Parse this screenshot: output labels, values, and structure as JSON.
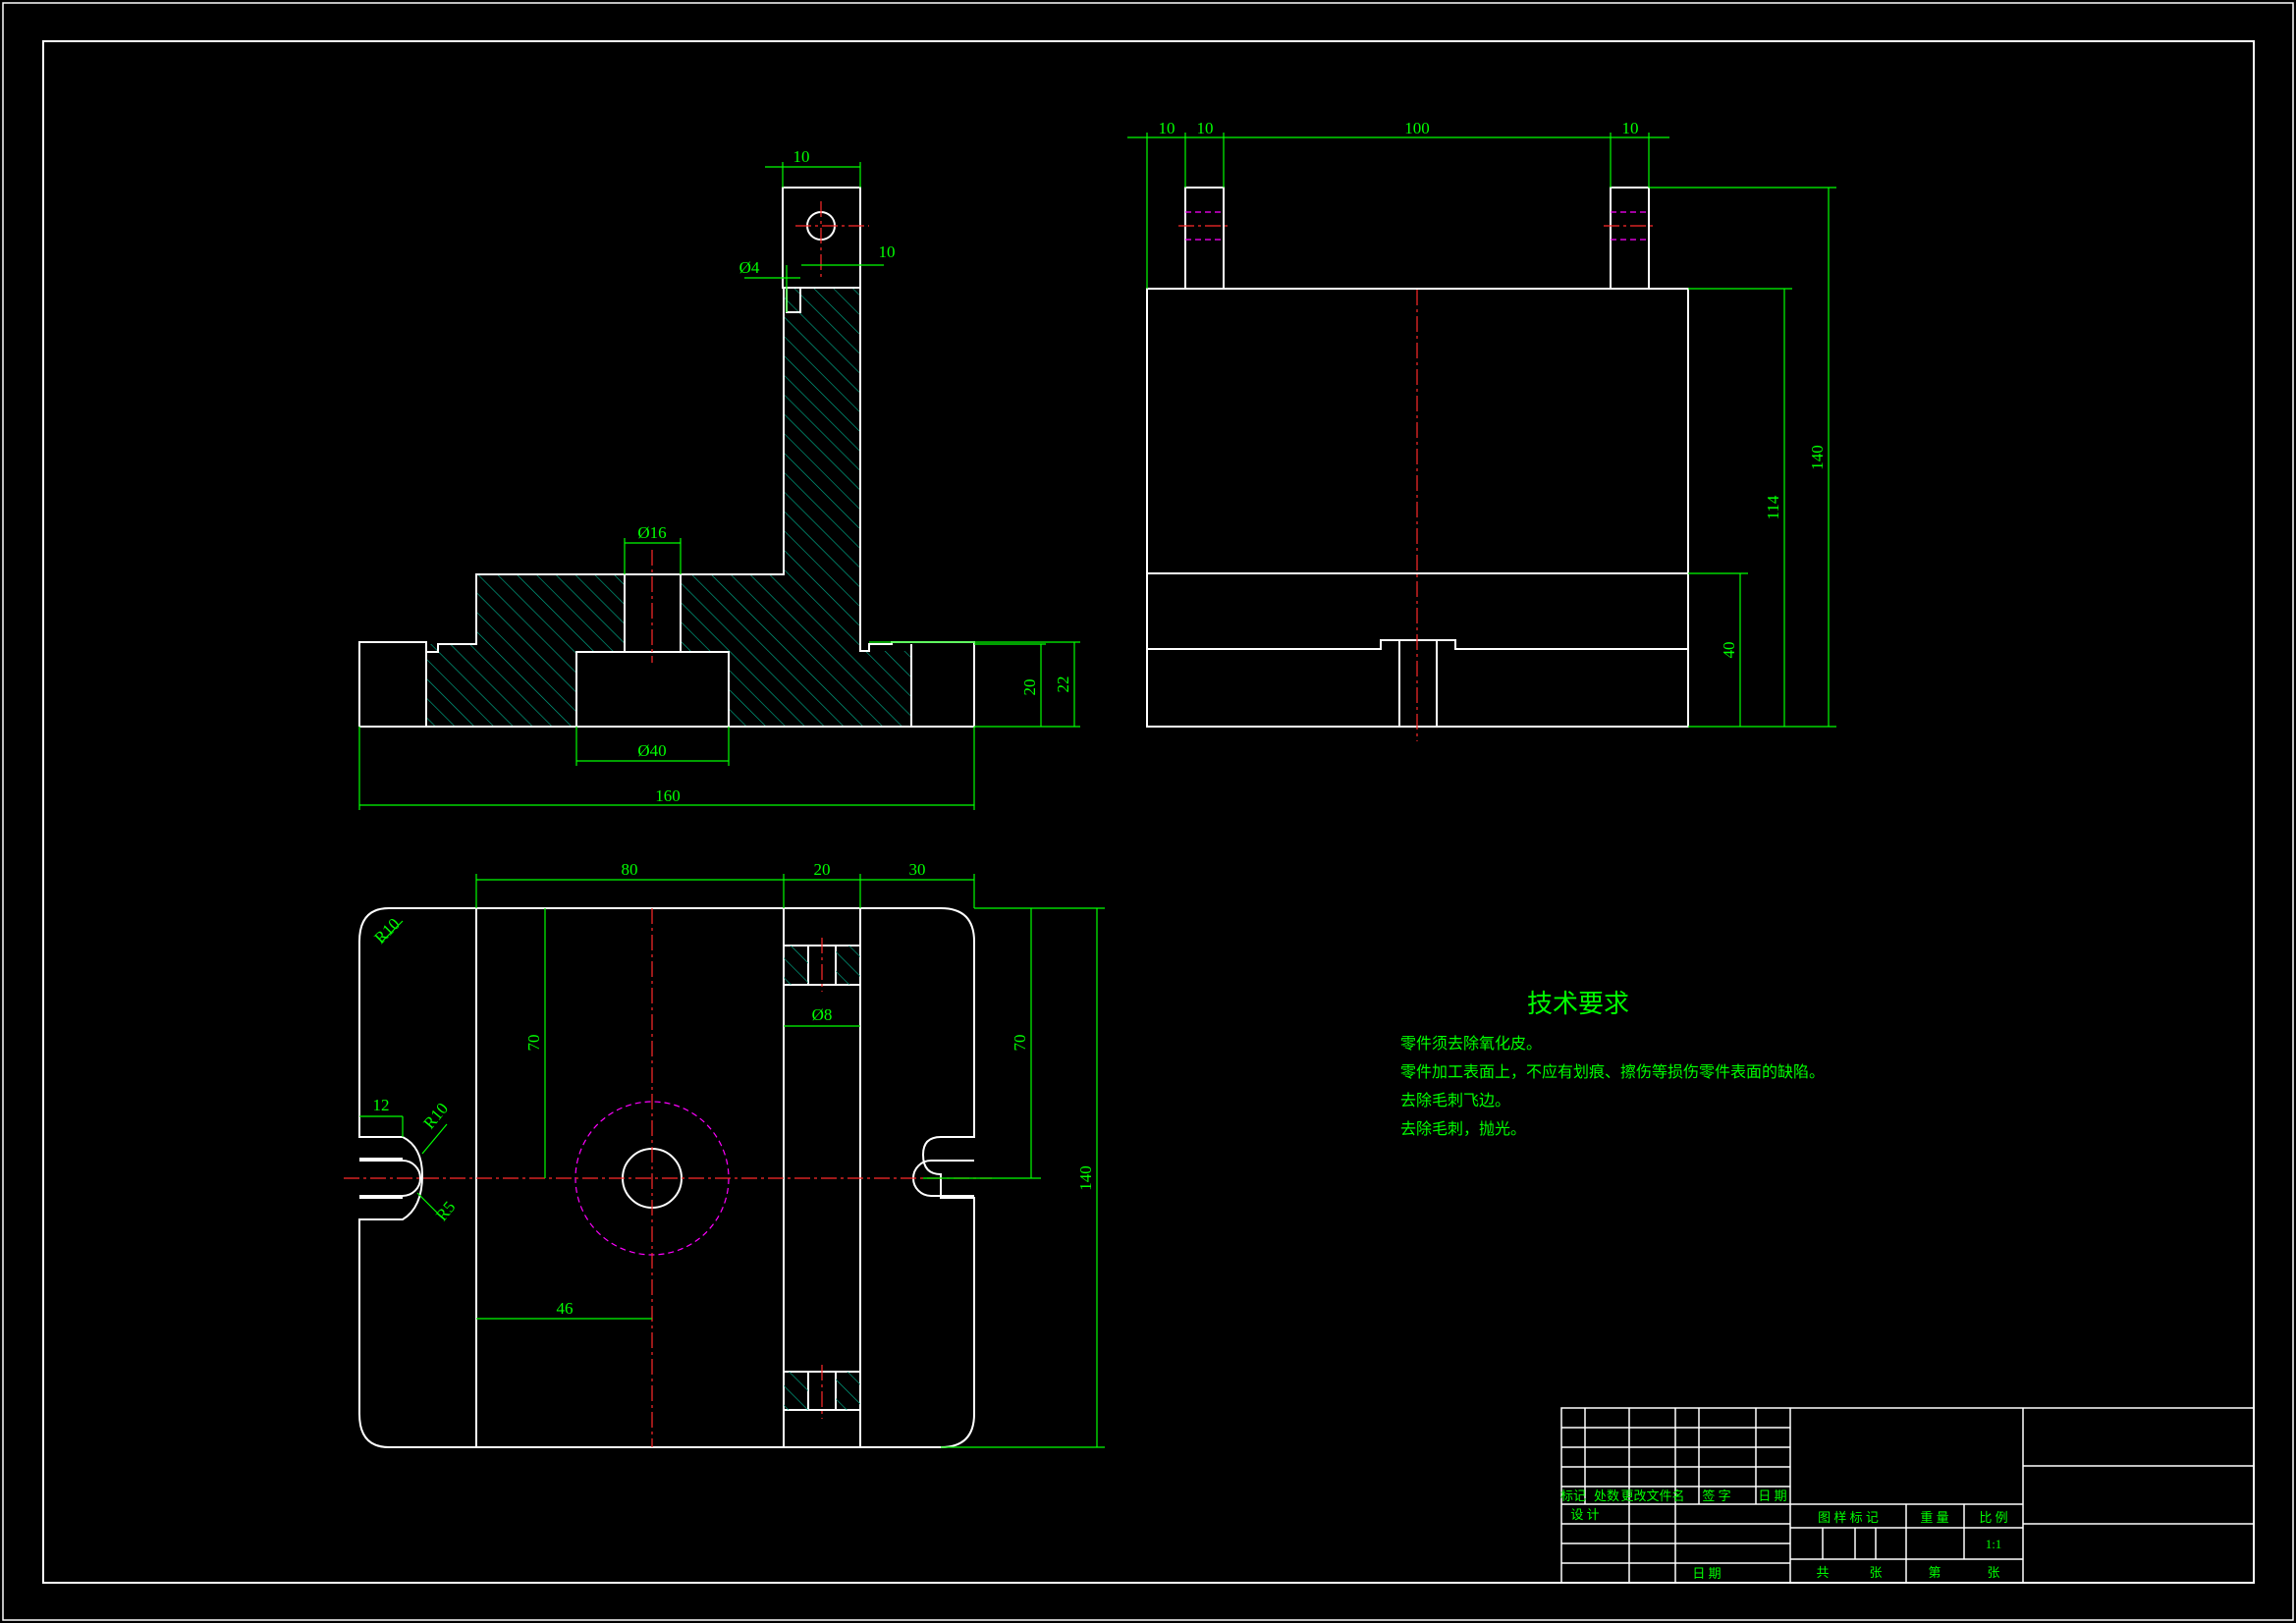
{
  "colors": {
    "background": "#000000",
    "outline": "#ffffff",
    "dimension": "#00ff00",
    "centerline": "#ff2a2a",
    "hidden": "#ff00ff",
    "hatch": "#00aa88"
  },
  "front_view": {
    "dims": {
      "slot_width": "10",
      "hole_offset": "10",
      "small_hole": "Ø4",
      "bore_top": "Ø16",
      "bore_bottom": "Ø40",
      "total_width": "160",
      "height_20": "20",
      "height_22": "22"
    }
  },
  "side_view": {
    "dims": {
      "left_10a": "10",
      "left_10b": "10",
      "span_100": "100",
      "right_10": "10",
      "height_140": "140",
      "height_114": "114",
      "height_40": "40"
    }
  },
  "top_view": {
    "dims": {
      "w80": "80",
      "w20": "20",
      "w30": "30",
      "r10_corner": "R10",
      "h70_left": "70",
      "h70_right": "70",
      "hole_8": "Ø8",
      "slot_12": "12",
      "r10_slot": "R10",
      "r5_slot": "R5",
      "h140": "140",
      "x46": "46"
    }
  },
  "technical_requirements": {
    "title": "技术要求",
    "lines": [
      "零件须去除氧化皮。",
      "零件加工表面上，不应有划痕、擦伤等损伤零件表面的缺陷。",
      "去除毛刺飞边。",
      "去除毛刺，抛光。"
    ]
  },
  "title_block": {
    "mark": "标记",
    "count": "处数",
    "change_doc": "更改文件名",
    "signature": "签 字",
    "date": "日 期",
    "design": "设 计",
    "date2": "日 期",
    "stage_mark": "图 样 标 记",
    "weight": "重 量",
    "scale_label": "比 例",
    "scale_value": "1:1",
    "total": "共",
    "sheets": "张",
    "sheet_no": "第",
    "sheet_unit": "张"
  }
}
